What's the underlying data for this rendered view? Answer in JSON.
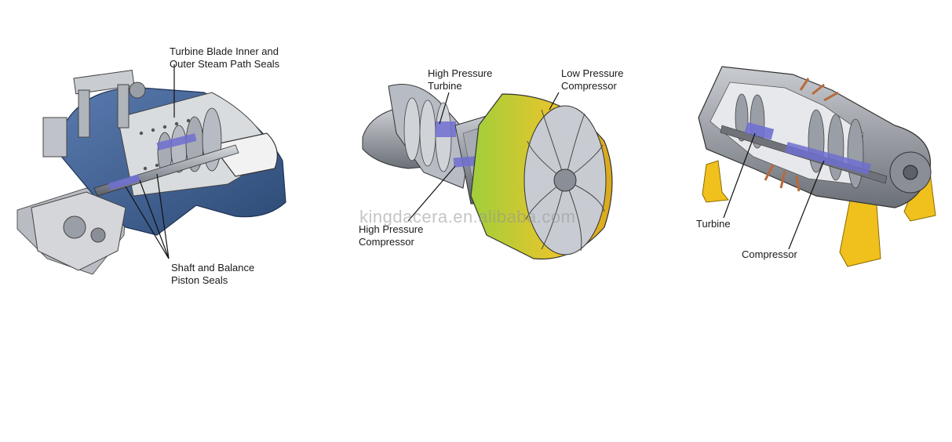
{
  "panels": [
    {
      "illustration": "steam-turbine-cutaway",
      "labels": [
        "Turbine Blade Inner and\nOuter Steam Path Seals",
        "Shaft and Balance\nPiston Seals"
      ]
    },
    {
      "illustration": "jet-engine-cutaway",
      "labels": [
        "High Pressure\nTurbine",
        "Low Pressure\nCompressor",
        "High Pressure\nCompressor"
      ]
    },
    {
      "illustration": "gas-turbine-cutaway",
      "labels": [
        "Turbine",
        "Compressor"
      ]
    }
  ],
  "watermark": "kingdacera.en.alibaba.com",
  "colors": {
    "casing_blue": "#3e5f8e",
    "seal_highlight": "#6f6fd0",
    "metal_gray": "#9a9ea6",
    "fan_yellow": "#e8c52c",
    "fan_green": "#9fcf3a",
    "stand_yellow": "#f0c11c"
  }
}
